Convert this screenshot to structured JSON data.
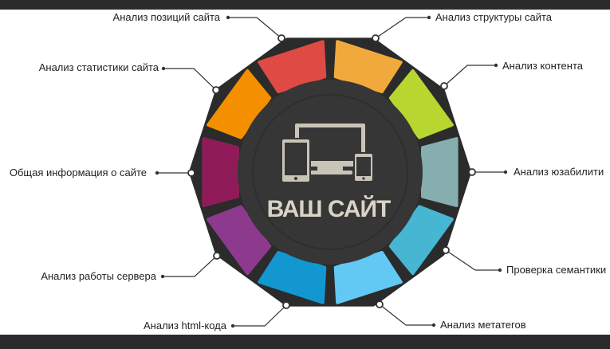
{
  "center": {
    "title": "ВАШ САЙТ",
    "icon": "devices-icon"
  },
  "segments": [
    {
      "label": "Анализ структуры сайта",
      "color": "#f0a93a"
    },
    {
      "label": "Анализ контента",
      "color": "#b7d62f"
    },
    {
      "label": "Анализ юзабилити",
      "color": "#86aeae"
    },
    {
      "label": "Проверка семантики",
      "color": "#47b6d3"
    },
    {
      "label": "Анализ метатегов",
      "color": "#62c8f4"
    },
    {
      "label": "Анализ html-кода",
      "color": "#1297d1"
    },
    {
      "label": "Анализ работы сервера",
      "color": "#8d3a8e"
    },
    {
      "label": "Общая информация о сайте",
      "color": "#8f1c58"
    },
    {
      "label": "Анализ статистики сайта",
      "color": "#f49000"
    },
    {
      "label": "Анализ позиций сайта",
      "color": "#df4a44"
    }
  ],
  "colors": {
    "frame": "#2b2b2b",
    "hub": "#363636",
    "line": "#333333"
  }
}
